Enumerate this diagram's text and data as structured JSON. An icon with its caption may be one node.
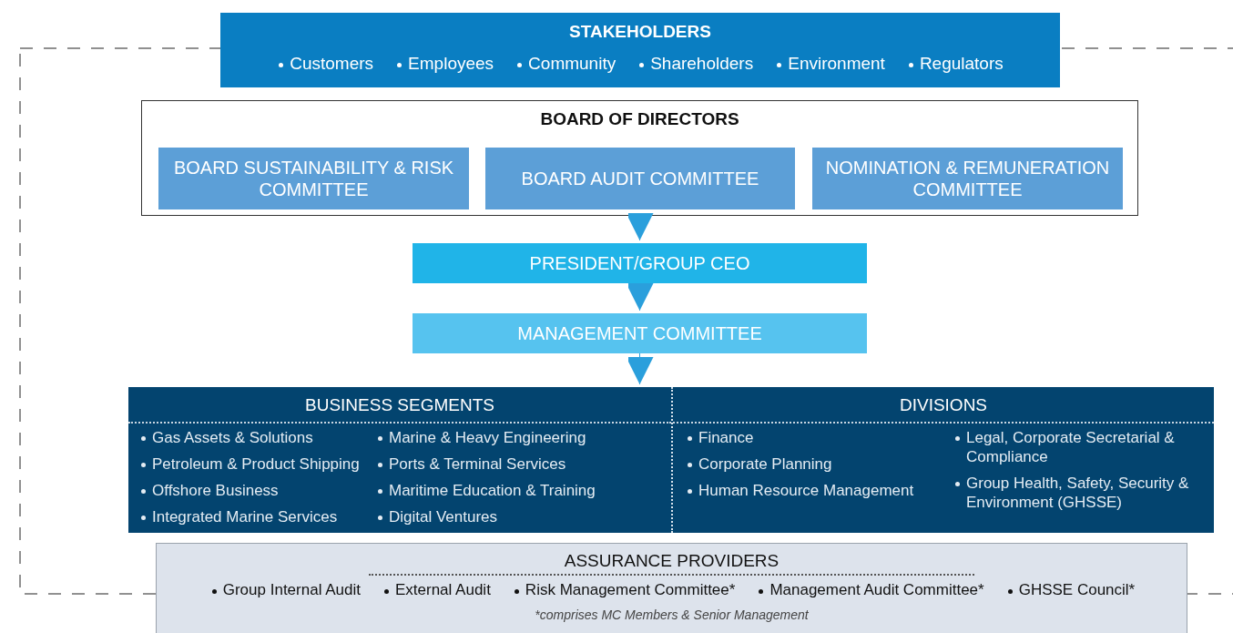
{
  "diagram": {
    "nodes": [
      {
        "text": [
          "STAKEHOLDERS",
          "Customers",
          "Employees",
          "Community",
          "Shareholders",
          "Environment",
          "Regulators"
        ]
      },
      {
        "text": [
          "BOARD OF DIRECTORS"
        ]
      },
      {
        "text": [
          "BOARD SUSTAINABILITY & RISK COMMITTEE"
        ],
        "in": 1
      },
      {
        "text": [
          "BOARD AUDIT COMMITTEE"
        ],
        "in": 1
      },
      {
        "text": [
          "NOMINATION & REMUNERATION COMMITTEE"
        ],
        "in": 1
      },
      {
        "text": [
          "PRESIDENT/GROUP CEO"
        ]
      },
      {
        "text": [
          "MANAGEMENT COMMITTEE"
        ]
      },
      {
        "text": [
          "BUSINESS SEGMENTS",
          "Gas Assets & Solutions",
          "Petroleum & Product Shipping",
          "Offshore Business",
          "Integrated Marine Services",
          "Marine & Heavy Engineering",
          "Ports & Terminal Services",
          "Maritime Education & Training",
          "Digital Ventures"
        ]
      },
      {
        "text": [
          "DIVISIONS",
          "Finance",
          "Corporate Planning",
          "Human Resource Management",
          "Legal, Corporate Secretarial & Compliance",
          "Group Health, Safety, Security & Environment (GHSSE)"
        ]
      },
      {
        "text": [
          "ASSURANCE PROVIDERS",
          "Group Internal Audit",
          "External Audit",
          "Risk Management Committee*",
          "Management  Audit Committee*",
          "GHSSE Council*",
          "*comprises MC Members & Senior Management"
        ]
      }
    ],
    "edges": [
      {
        "from": 1,
        "to": 5,
        "arrow": "to"
      },
      {
        "from": 5,
        "to": 6,
        "arrow": "to"
      },
      {
        "from": 6,
        "to": 7,
        "arrow": "to"
      }
    ]
  }
}
